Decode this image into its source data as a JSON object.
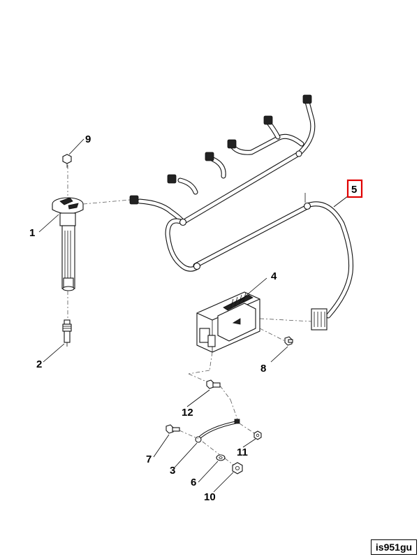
{
  "callouts": {
    "c1": "1",
    "c2": "2",
    "c3": "3",
    "c4": "4",
    "c5": "5",
    "c6": "6",
    "c7": "7",
    "c8": "8",
    "c9": "9",
    "c10": "10",
    "c11": "11",
    "c12": "12"
  },
  "highlighted_callout": "5",
  "highlight_color": "#e00000",
  "figure_code": "is951gu"
}
